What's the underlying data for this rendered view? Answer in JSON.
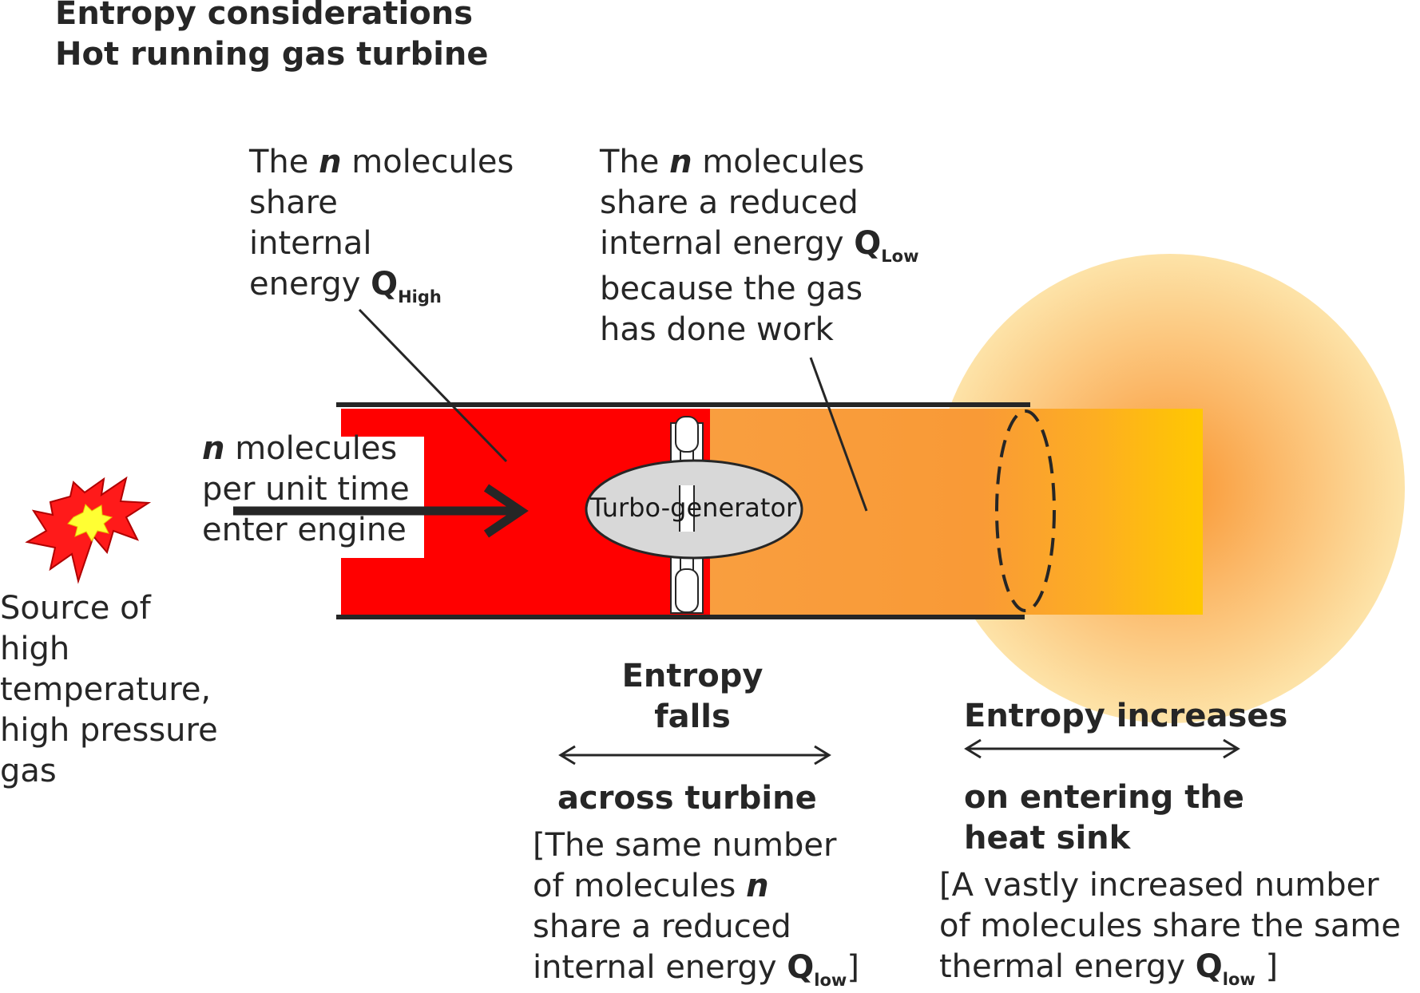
{
  "header": {
    "title_line1": "Entropy considerations",
    "title_line2": "Hot running gas turbine"
  },
  "labels": {
    "high_energy": {
      "line1_pre": "The ",
      "n": "n",
      "line1_post": " molecules",
      "line2": "share",
      "line3": "internal",
      "line4": "energy ",
      "q": "Q",
      "q_sub": "High"
    },
    "low_energy": {
      "line1_pre": "The ",
      "n": "n",
      "line1_post": " molecules",
      "line2": "share a reduced",
      "line3": "internal energy ",
      "q": "Q",
      "q_sub": "Low",
      "line4": "because the gas",
      "line5": "has done work"
    },
    "inlet": {
      "n": "n",
      "line1_post": " molecules",
      "line2": "per unit time",
      "line3": "enter engine"
    },
    "source": {
      "line1": "Source of",
      "line2": "high",
      "line3": "temperature,",
      "line4": "high pressure",
      "line5": "gas"
    },
    "turbine": "Turbo-generator",
    "entropy_falls": {
      "line1": "Entropy",
      "line2": "falls",
      "across": "across turbine",
      "note1": "[The same number",
      "note2_pre": "of molecules ",
      "note2_n": "n",
      "note3": "share a reduced",
      "note4_pre": "internal energy ",
      "note4_q": "Q",
      "note4_sub": "low",
      "note4_post": "]"
    },
    "entropy_increases": {
      "line1": "Entropy increases",
      "on1": "on entering the",
      "on2": "heat sink",
      "note1": "[A vastly increased number",
      "note2": "of molecules share the same",
      "note3_pre": "thermal energy ",
      "note3_q": "Q",
      "note3_sub": "low",
      "note3_post": " ]"
    }
  },
  "colors": {
    "hot_gas": "#ff0000",
    "cool_gas_start": "#f99e3f",
    "cool_gas_end": "#ffc800",
    "heat_sink_center": "#f9a24a",
    "heat_sink_edge": "#fde3a8",
    "pipe_wall": "#262626",
    "turbine_fill": "#d8d8d8"
  }
}
